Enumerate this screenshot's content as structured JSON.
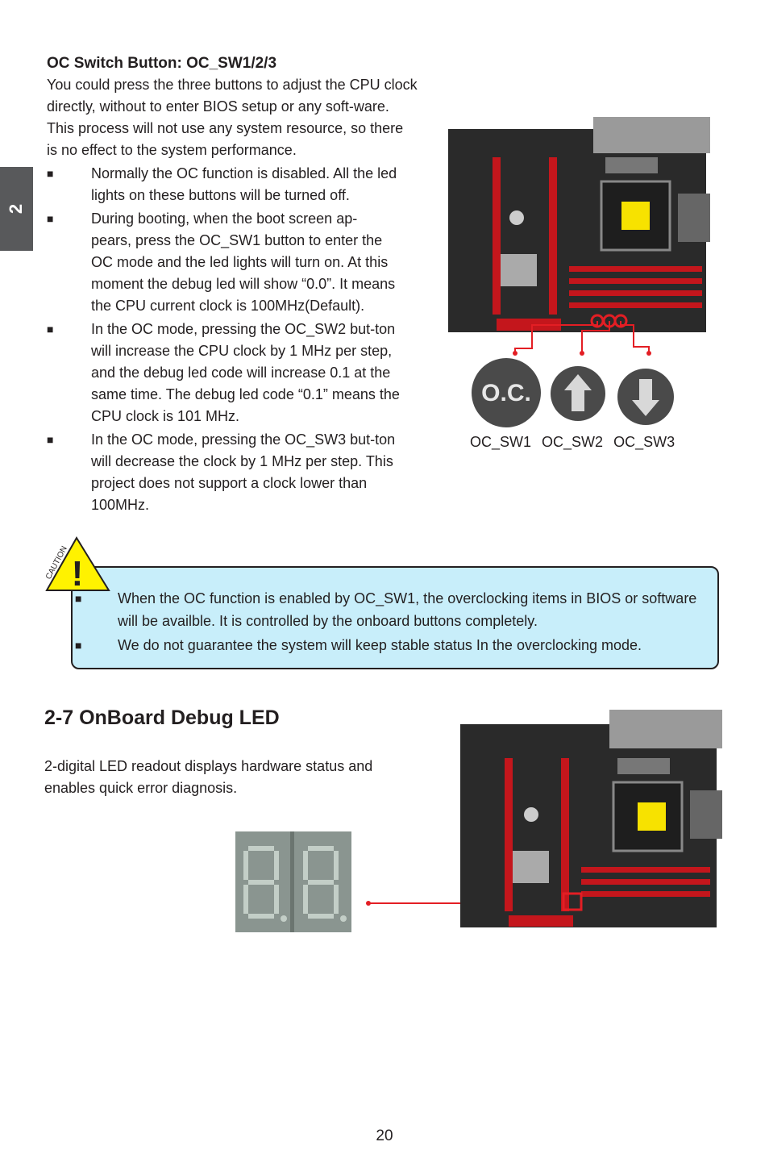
{
  "chapter_tab": "2",
  "oc_section": {
    "title": "OC Switch Button: OC_SW1/2/3",
    "intro": "You could press the three buttons to adjust the CPU clock directly, without to enter BIOS setup or any soft-ware. This process will not use any system resource, so there is no effect to the system performance.",
    "bullets": [
      "Normally the OC function is disabled. All the led lights on these buttons will be turned off.",
      "During booting, when the boot screen ap-pears, press the OC_SW1 button to enter the OC mode and the led lights will turn on. At this moment the debug led will show “0.0”. It means the CPU current clock is 100MHz(Default).",
      "In the OC mode, pressing the OC_SW2 but-ton will increase the CPU clock by 1 MHz per step, and the debug led code will increase 0.1 at the same time. The debug led code “0.1” means the CPU clock is 101 MHz.",
      "In the OC mode, pressing the OC_SW3 but-ton will decrease the clock by 1 MHz per step. This project does not support a clock lower than 100MHz."
    ],
    "button_labels": [
      "OC_SW1",
      "OC_SW2",
      "OC_SW3"
    ],
    "button_oc_text": "O.C."
  },
  "caution": {
    "label": "CAUTION",
    "mark": "!",
    "bullets": [
      "When the OC function is enabled by OC_SW1, the overclocking items in BIOS or software will be availble. It is controlled by the onboard buttons completely.",
      "We do not guarantee the system will keep stable status In the overclocking mode."
    ]
  },
  "debug_section": {
    "title": "2-7 OnBoard Debug LED",
    "description": "2-digital LED readout displays hardware status and enables quick error diagnosis."
  },
  "bullet_glyph": "■",
  "page_number": "20",
  "colors": {
    "side_tab": "#58595b",
    "caution_bg": "#c8eefa",
    "caution_triangle": "#fff200",
    "pointer_red": "#e31e24",
    "board_dark": "#2a2a2a",
    "slot_red": "#c4161c"
  }
}
